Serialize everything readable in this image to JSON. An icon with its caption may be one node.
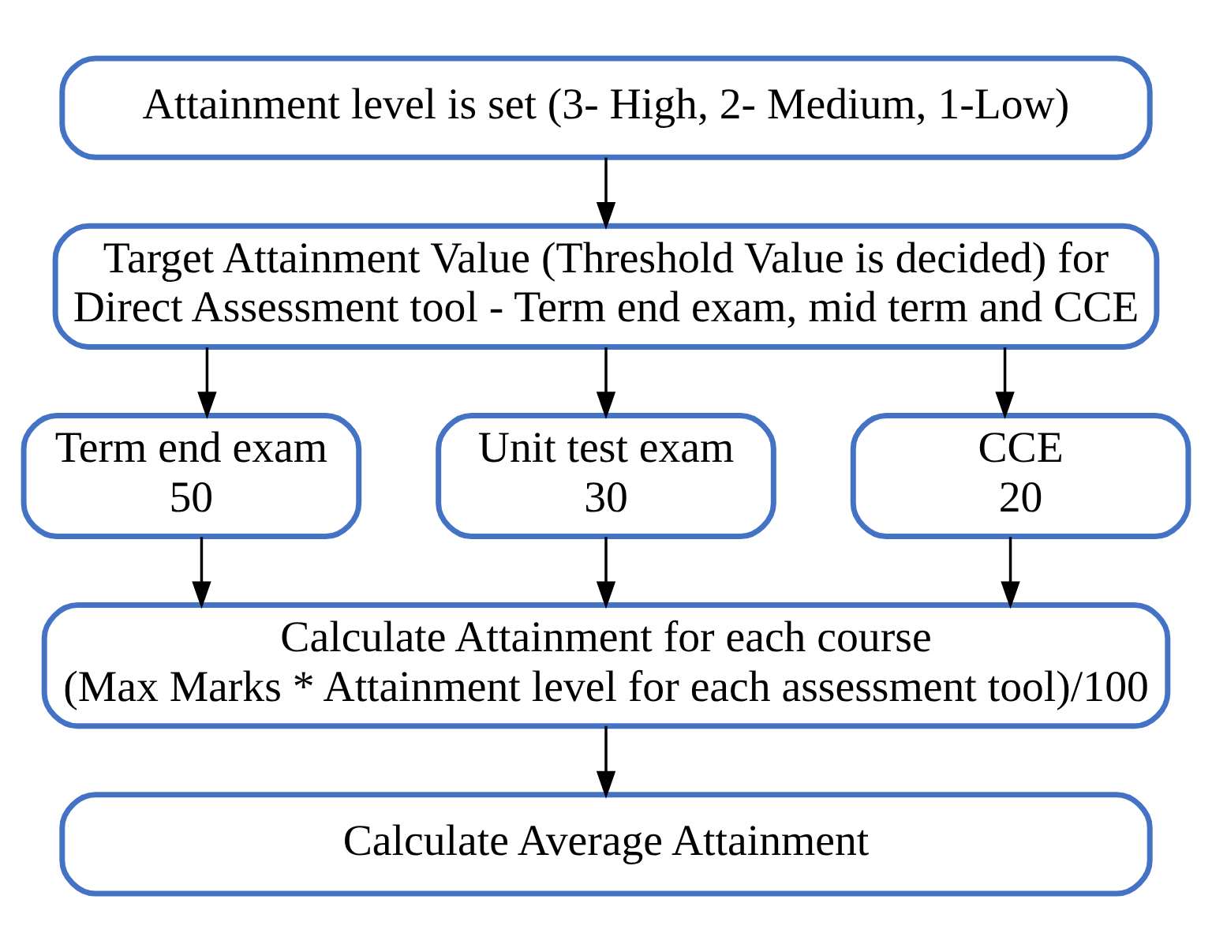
{
  "diagram": {
    "nodes": [
      {
        "text": [
          "Attainment level is set (3- High, 2- Medium, 1-Low)"
        ]
      },
      {
        "text": [
          "Target Attainment Value (Threshold Value is decided) for Direct Assessment tool - Term end exam, mid term and CCE"
        ]
      },
      {
        "text": [
          "Term end exam",
          "50"
        ]
      },
      {
        "text": [
          "Unit test exam",
          "30"
        ]
      },
      {
        "text": [
          "CCE",
          "20"
        ]
      },
      {
        "text": [
          "Calculate Attainment for each course",
          "(Max Marks * Attainment level for each assessment tool)/100"
        ]
      },
      {
        "text": [
          "Calculate Average Attainment"
        ]
      }
    ],
    "edges": [
      {
        "from": 0,
        "to": 1,
        "arrow": "to"
      },
      {
        "from": 1,
        "to": 2,
        "arrow": "to"
      },
      {
        "from": 1,
        "to": 3,
        "arrow": "to"
      },
      {
        "from": 1,
        "to": 4,
        "arrow": "to"
      },
      {
        "from": 2,
        "to": 5,
        "arrow": "to"
      },
      {
        "from": 3,
        "to": 5,
        "arrow": "to"
      },
      {
        "from": 4,
        "to": 5,
        "arrow": "to"
      },
      {
        "from": 5,
        "to": 6,
        "arrow": "to"
      }
    ]
  }
}
